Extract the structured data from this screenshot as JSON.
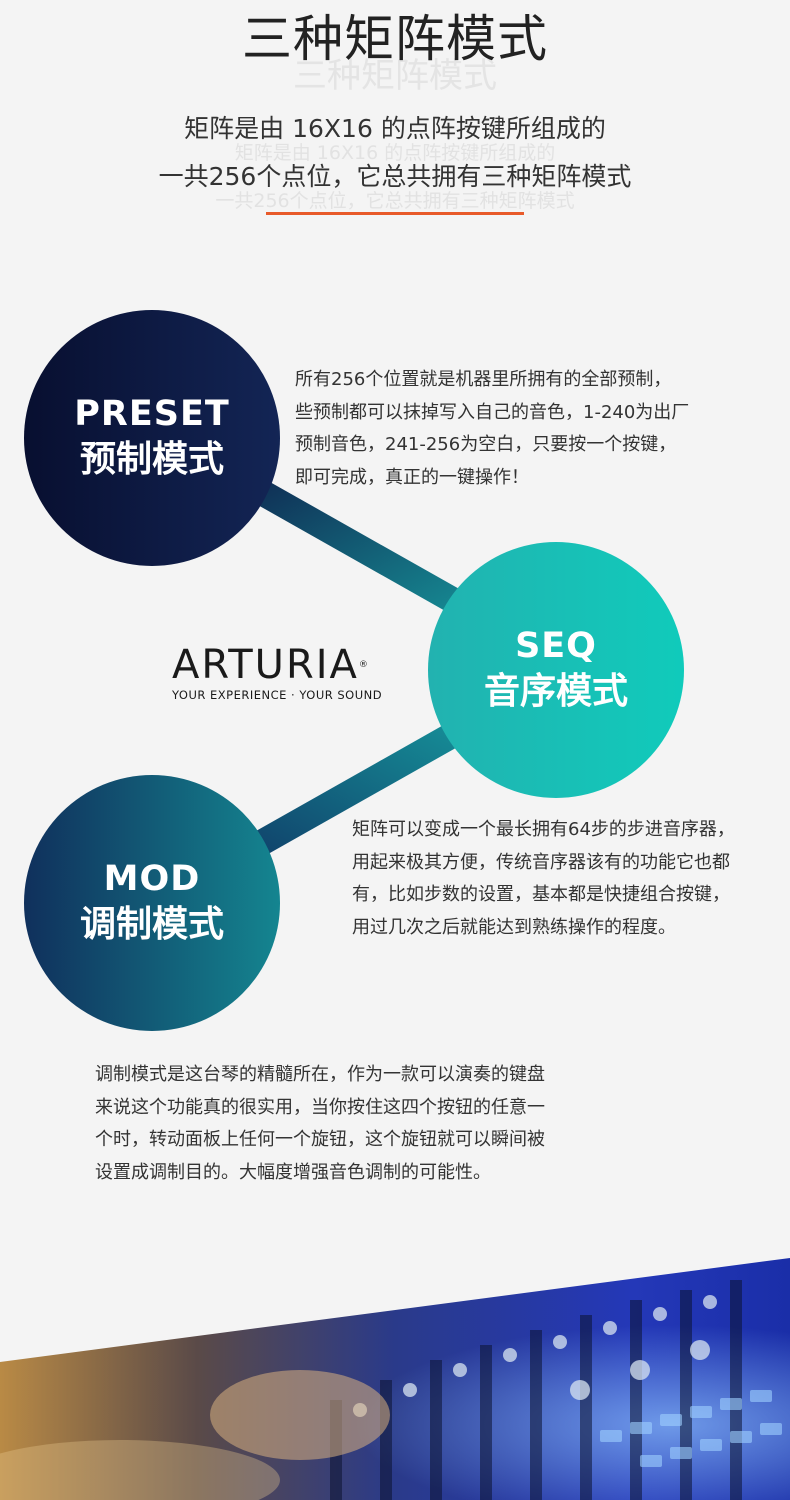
{
  "header": {
    "title": "三种矩阵模式",
    "title_ghost": "三种矩阵模式",
    "subtitle_line1": "矩阵是由 16X16 的点阵按键所组成的",
    "subtitle_line2": "一共256个点位，它总共拥有三种矩阵模式",
    "subtitle_ghost_line1": "矩阵是由 16X16 的点阵按键所组成的",
    "subtitle_ghost_line2": "一共256个点位，它总共拥有三种矩阵模式",
    "accent_color": "#e85a2a"
  },
  "modes": {
    "preset": {
      "name_en": "PRESET",
      "name_zh": "预制模式",
      "desc_lines": [
        "所有256个位置就是机器里所拥有的全部预制，",
        "些预制都可以抹掉写入自己的音色，1-240为出厂",
        "预制音色，241-256为空白，只要按一个按键，",
        "即可完成，真正的一键操作！"
      ]
    },
    "seq": {
      "name_en": "SEQ",
      "name_zh": "音序模式",
      "desc_lines": [
        "矩阵可以变成一个最长拥有64步的步进音序器，",
        "用起来极其方便，传统音序器该有的功能它也都",
        "有，比如步数的设置，基本都是快捷组合按键，",
        "用过几次之后就能达到熟练操作的程度。"
      ]
    },
    "mod": {
      "name_en": "MOD",
      "name_zh": "调制模式",
      "desc_lines": [
        "调制模式是这台琴的精髓所在，作为一款可以演奏的键盘",
        "来说这个功能真的很实用，当你按住这四个按钮的任意一",
        "个时，转动面板上任何一个旋钮，这个旋钮就可以瞬间被",
        "设置成调制目的。大幅度增强音色调制的可能性。"
      ]
    }
  },
  "logo": {
    "brand": "ARTURIA",
    "reg": "®",
    "tagline": "YOUR EXPERIENCE · YOUR SOUND"
  }
}
